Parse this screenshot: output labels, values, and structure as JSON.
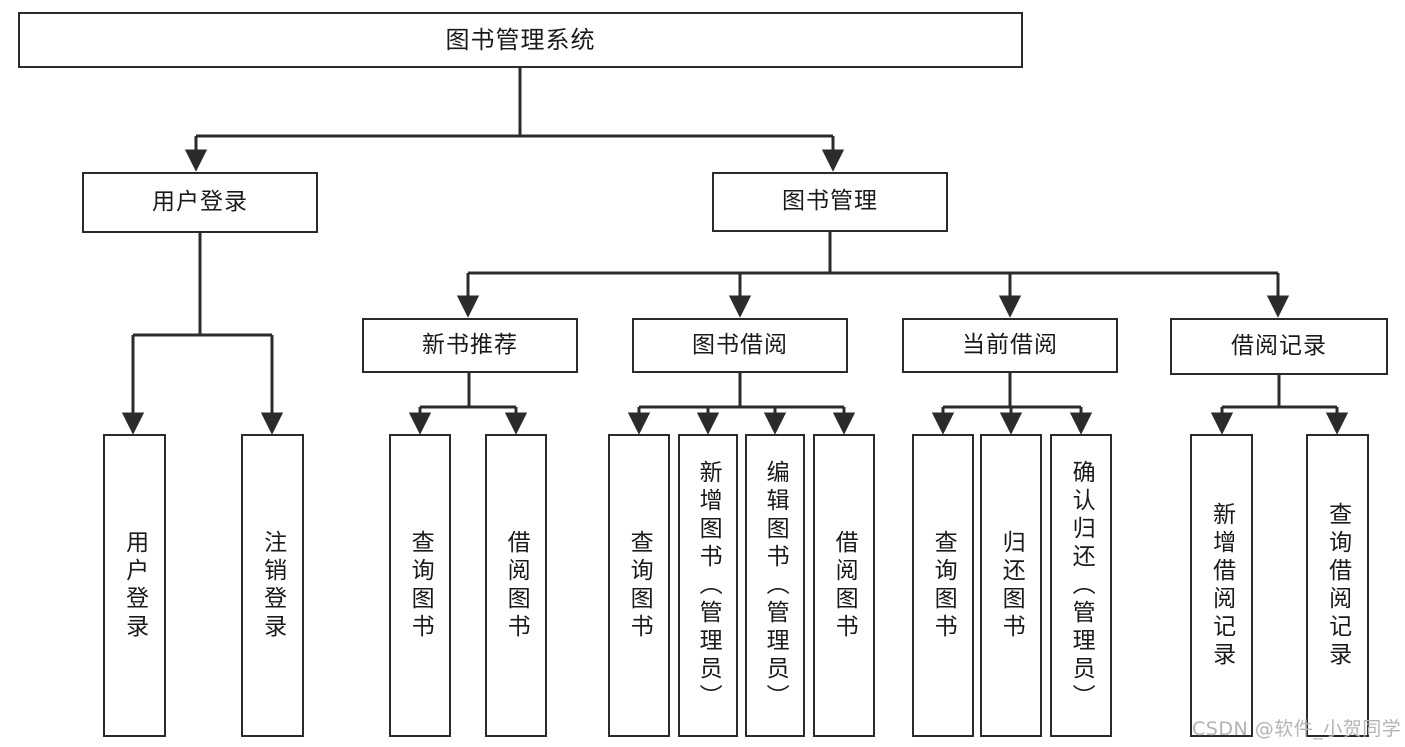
{
  "diagram": {
    "type": "tree-hierarchy-chart",
    "title": "图书管理系统",
    "orientation": "top-down",
    "colors": {
      "node_border": "#2b2b2b",
      "node_fill": "#ffffff",
      "edge": "#2b2b2b",
      "text": "#1a1a1a",
      "watermark": "#b4b4b4",
      "background": "#ffffff"
    },
    "nodes": {
      "root": {
        "label": "图书管理系统"
      },
      "level1": [
        {
          "id": "user-login",
          "label": "用户登录"
        },
        {
          "id": "book-management",
          "label": "图书管理"
        }
      ],
      "level2": [
        {
          "id": "new-book-recommend",
          "label": "新书推荐"
        },
        {
          "id": "book-borrow",
          "label": "图书借阅"
        },
        {
          "id": "current-borrow",
          "label": "当前借阅"
        },
        {
          "id": "borrow-record",
          "label": "借阅记录"
        }
      ],
      "leaves": {
        "user-login": [
          {
            "id": "leaf-user-login",
            "label": "用户登录"
          },
          {
            "id": "leaf-user-logout",
            "label": "注销登录"
          }
        ],
        "new-book-recommend": [
          {
            "id": "leaf-query-book-1",
            "label": "查询图书"
          },
          {
            "id": "leaf-borrow-book-1",
            "label": "借阅图书"
          }
        ],
        "book-borrow": [
          {
            "id": "leaf-query-book-2",
            "label": "查询图书"
          },
          {
            "id": "leaf-add-book-admin",
            "label": "新增图书（管理员）"
          },
          {
            "id": "leaf-edit-book-admin",
            "label": "编辑图书（管理员）"
          },
          {
            "id": "leaf-borrow-book-2",
            "label": "借阅图书"
          }
        ],
        "current-borrow": [
          {
            "id": "leaf-query-book-3",
            "label": "查询图书"
          },
          {
            "id": "leaf-return-book",
            "label": "归还图书"
          },
          {
            "id": "leaf-confirm-return-admin",
            "label": "确认归还（管理员）"
          }
        ],
        "borrow-record": [
          {
            "id": "leaf-add-borrow-record",
            "label": "新增借阅记录"
          },
          {
            "id": "leaf-query-borrow-record",
            "label": "查询借阅记录"
          }
        ]
      }
    },
    "watermark": "CSDN @软件_小贺同学"
  }
}
